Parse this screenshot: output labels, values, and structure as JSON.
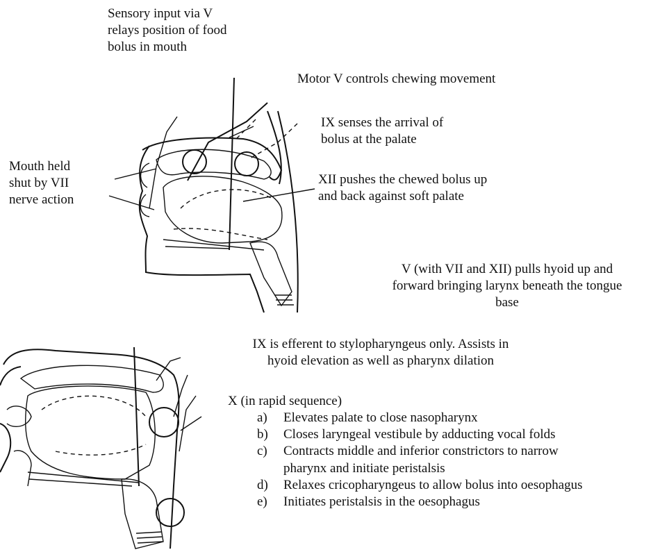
{
  "top_diagram": {
    "sensory_label": [
      "Sensory input via V",
      "relays position of food",
      "bolus in mouth"
    ],
    "motor_label": "Motor V controls chewing movement",
    "ix_senses_label": [
      "IX senses the arrival of",
      "bolus at the palate"
    ],
    "mouth_label": [
      "Mouth held",
      "shut by VII",
      "nerve action"
    ],
    "xii_label": [
      "XII pushes the chewed bolus up",
      "and back against soft palate"
    ],
    "hyoid_label": [
      "V (with VII and XII) pulls hyoid up and",
      "forward bringing larynx beneath the tongue",
      "base"
    ]
  },
  "bottom_diagram": {
    "ix_efferent_label": [
      "IX is efferent to stylopharyngeus only. Assists in",
      "hyoid elevation as well as pharynx dilation"
    ],
    "x_heading": "X (in rapid sequence)",
    "steps": [
      {
        "marker": "a)",
        "text": "Elevates palate to close nasopharynx"
      },
      {
        "marker": "b)",
        "text": "Closes laryngeal vestibule by adducting vocal folds"
      },
      {
        "marker": "c)",
        "text": "Contracts middle and inferior constrictors to narrow"
      },
      {
        "marker": "",
        "text": "pharynx and initiate peristalsis"
      },
      {
        "marker": "d)",
        "text": "Relaxes cricopharyngeus to allow bolus into oesophagus"
      },
      {
        "marker": "e)",
        "text": "Initiates peristalsis in the oesophagus"
      }
    ]
  }
}
